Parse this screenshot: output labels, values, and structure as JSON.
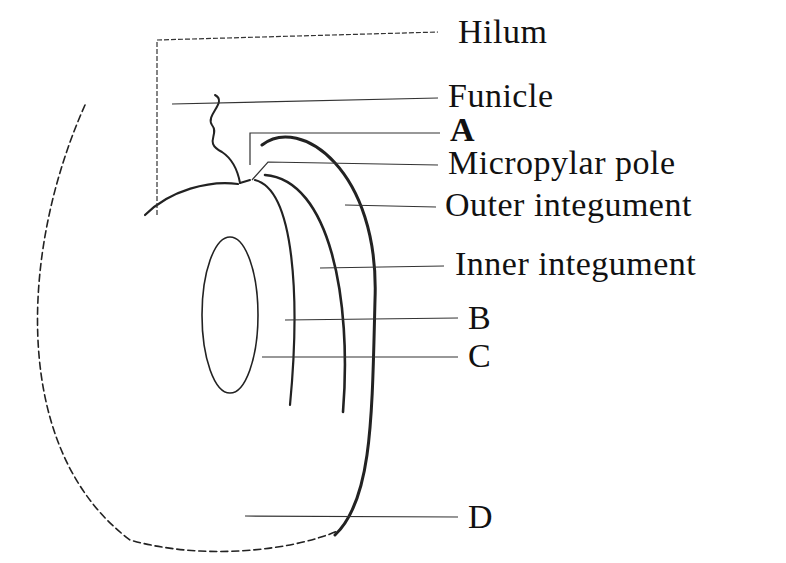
{
  "diagram": {
    "labels": [
      "Hilum",
      "Funicle",
      "A",
      "Micropylar pole",
      "Outer integument",
      "Inner integument",
      "B",
      "C",
      "D"
    ]
  }
}
